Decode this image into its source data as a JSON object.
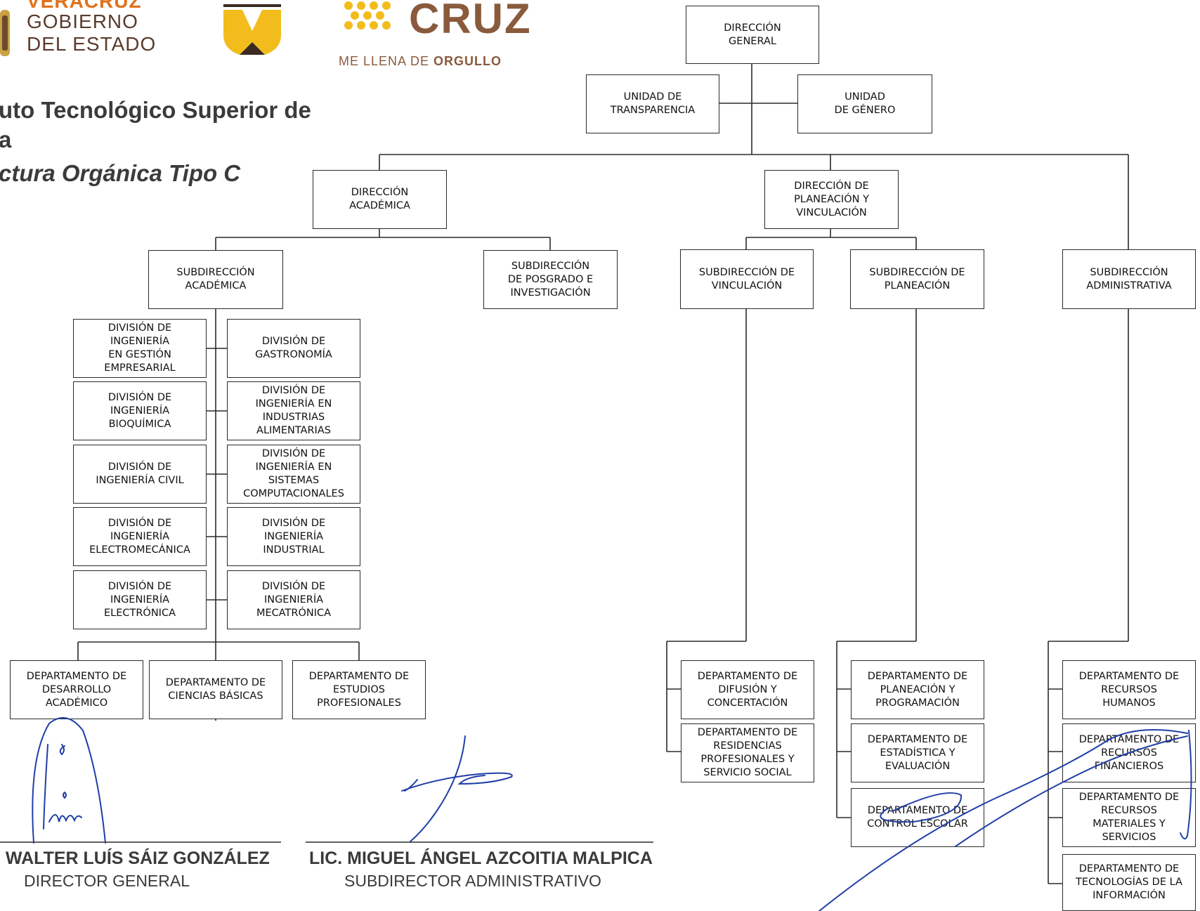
{
  "logos": {
    "gobierno_line1": "VERACRUZ",
    "gobierno_line2": "GOBIERNO",
    "gobierno_line3": "DEL ESTADO",
    "veracruz_brand": "CRUZ",
    "slogan_plain": "ME LLENA DE ",
    "slogan_bold": "ORGULLO"
  },
  "header": {
    "institution_line1": "uto Tecnológico Superior de",
    "institution_line2": "a",
    "structure_title": "ctura Orgánica Tipo C"
  },
  "org_chart": {
    "direccion_general": "DIRECCIÓN\nGENERAL",
    "unidad_transparencia": "UNIDAD DE\nTRANSPARENCIA",
    "unidad_genero": "UNIDAD\nDE GÉNERO",
    "direccion_academica": "DIRECCIÓN\nACADÉMICA",
    "direccion_planeacion": "DIRECCIÓN DE\nPLANEACIÓN Y\nVINCULACIÓN",
    "subdireccion_academica": "SUBDIRECCIÓN\nACADÉMICA",
    "subdireccion_posgrado": "SUBDIRECCIÓN\nDE POSGRADO E\nINVESTIGACIÓN",
    "subdireccion_vinculacion": "SUBDIRECCIÓN DE\nVINCULACIÓN",
    "subdireccion_planeacion": "SUBDIRECCIÓN DE\nPLANEACIÓN",
    "subdireccion_administrativa": "SUBDIRECCIÓN\nADMINISTRATIVA",
    "div_gestion_empresarial": "DIVISIÓN DE\nINGENIERÍA\nEN GESTIÓN\nEMPRESARIAL",
    "div_gastronomia": "DIVISIÓN DE\nGASTRONOMÍA",
    "div_bioquimica": "DIVISIÓN DE\nINGENIERÍA\nBIOQUÍMICA",
    "div_industrias_alimentarias": "DIVISIÓN DE\nINGENIERÍA EN\nINDUSTRIAS\nALIMENTARIAS",
    "div_civil": "DIVISIÓN DE\nINGENIERÍA CIVIL",
    "div_sistemas": "DIVISIÓN DE\nINGENIERÍA EN\nSISTEMAS\nCOMPUTACIONALES",
    "div_electromecanica": "DIVISIÓN DE\nINGENIERÍA\nELECTROMECÁNICA",
    "div_industrial": "DIVISIÓN DE\nINGENIERÍA\nINDUSTRIAL",
    "div_electronica": "DIVISIÓN DE\nINGENIERÍA\nELECTRÓNICA",
    "div_mecatronica": "DIVISIÓN DE\nINGENIERÍA\nMECATRÓNICA",
    "depto_desarrollo_academico": "DEPARTAMENTO DE\nDESARROLLO\nACADÉMICO",
    "depto_ciencias_basicas": "DEPARTAMENTO DE\nCIENCIAS BÁSICAS",
    "depto_estudios_profesionales": "DEPARTAMENTO DE\nESTUDIOS\nPROFESIONALES",
    "depto_difusion": "DEPARTAMENTO DE\nDIFUSIÓN Y\nCONCERTACIÓN",
    "depto_residencias": "DEPARTAMENTO DE\nRESIDENCIAS\nPROFESIONALES Y\nSERVICIO SOCIAL",
    "depto_planeacion_programacion": "DEPARTAMENTO DE\nPLANEACIÓN Y\nPROGRAMACIÓN",
    "depto_estadistica": "DEPARTAMENTO DE\nESTADÍSTICA Y\nEVALUACIÓN",
    "depto_control_escolar": "DEPARTAMENTO DE\nCONTROL ESCOLAR",
    "depto_recursos_humanos": "DEPARTAMENTO DE\nRECURSOS\nHUMANOS",
    "depto_recursos_financieros": "DEPARTAMENTO DE\nRECURSOS\nFINANCIEROS",
    "depto_recursos_materiales": "DEPARTAMENTO DE\nRECURSOS\nMATERIALES Y\nSERVICIOS",
    "depto_tecnologias": "DEPARTAMENTO DE\nTECNOLOGÍAS DE LA\nINFORMACIÓN"
  },
  "signatures": {
    "left_name": ". WALTER LUÍS SÁIZ GONZÁLEZ",
    "left_role": "DIRECTOR GENERAL",
    "right_name": "LIC. MIGUEL ÁNGEL AZCOITIA MALPICA",
    "right_role": "SUBDIRECTOR ADMINISTRATIVO"
  },
  "colors": {
    "gobierno_orange": "#e0721c",
    "gobierno_brown": "#5a3b2c",
    "gold": "#f2bd1c",
    "veracruz_brown": "#8a5a3c",
    "ink_blue": "#1f3fa8",
    "line": "#2a2a2a"
  }
}
